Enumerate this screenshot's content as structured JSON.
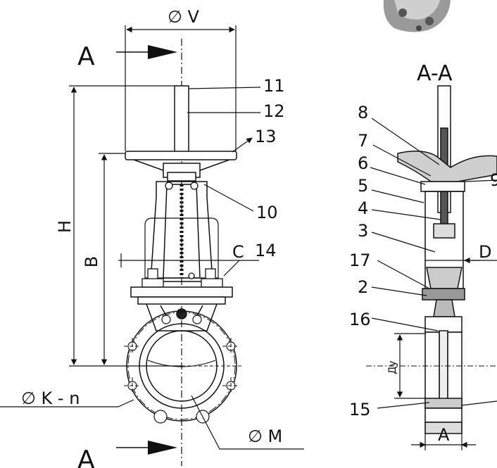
{
  "labels": {
    "phi_v": "∅ V",
    "section_left_top": "A",
    "section_left_bottom": "A",
    "section_title": "A-A",
    "dim_h": "H",
    "dim_b": "B",
    "dim_c": "C",
    "dim_d": "D",
    "dim_a": "A",
    "dim_du": "Ду",
    "phi_k_n": "∅ K - n",
    "phi_m": "∅ M",
    "part_2": "2",
    "part_3": "3",
    "part_4": "4",
    "part_5": "5",
    "part_6": "6",
    "part_7": "7",
    "part_8": "8",
    "part_9": "9",
    "part_10": "10",
    "part_11": "11",
    "part_12": "12",
    "part_13": "13",
    "part_14": "14",
    "part_15": "15",
    "part_16": "16",
    "part_17": "17"
  }
}
